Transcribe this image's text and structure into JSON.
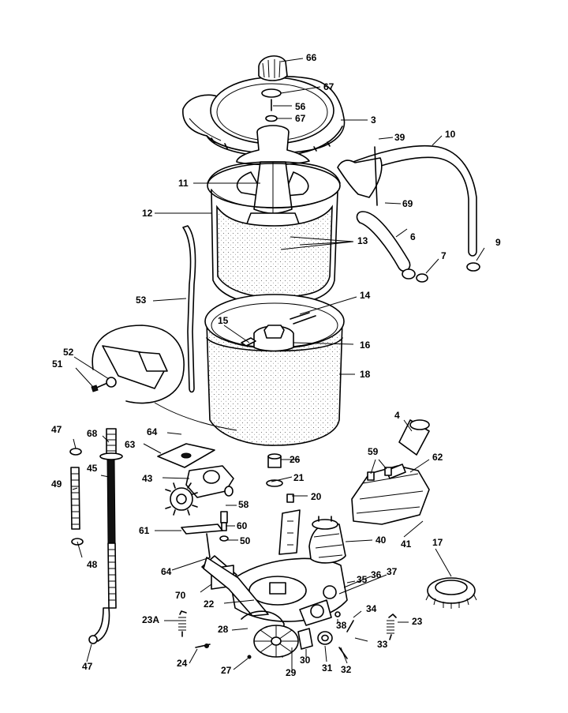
{
  "labels": [
    {
      "key": "p66",
      "text": "66"
    },
    {
      "key": "p67a",
      "text": "67"
    },
    {
      "key": "p56",
      "text": "56"
    },
    {
      "key": "p67b",
      "text": "67"
    },
    {
      "key": "p3",
      "text": "3"
    },
    {
      "key": "p39",
      "text": "39"
    },
    {
      "key": "p10",
      "text": "10"
    },
    {
      "key": "p11",
      "text": "11"
    },
    {
      "key": "p69",
      "text": "69"
    },
    {
      "key": "p12",
      "text": "12"
    },
    {
      "key": "p13",
      "text": "13"
    },
    {
      "key": "p6",
      "text": "6"
    },
    {
      "key": "p9",
      "text": "9"
    },
    {
      "key": "p7",
      "text": "7"
    },
    {
      "key": "p53",
      "text": "53"
    },
    {
      "key": "p14",
      "text": "14"
    },
    {
      "key": "p15",
      "text": "15"
    },
    {
      "key": "p16",
      "text": "16"
    },
    {
      "key": "p52",
      "text": "52"
    },
    {
      "key": "p51",
      "text": "51"
    },
    {
      "key": "p18",
      "text": "18"
    },
    {
      "key": "p4",
      "text": "4"
    },
    {
      "key": "p47a",
      "text": "47"
    },
    {
      "key": "p68",
      "text": "68"
    },
    {
      "key": "p64a",
      "text": "64"
    },
    {
      "key": "p63",
      "text": "63"
    },
    {
      "key": "p26",
      "text": "26"
    },
    {
      "key": "p59",
      "text": "59"
    },
    {
      "key": "p62",
      "text": "62"
    },
    {
      "key": "p21",
      "text": "21"
    },
    {
      "key": "p49",
      "text": "49"
    },
    {
      "key": "p45",
      "text": "45"
    },
    {
      "key": "p43",
      "text": "43"
    },
    {
      "key": "p20",
      "text": "20"
    },
    {
      "key": "p58",
      "text": "58"
    },
    {
      "key": "p17",
      "text": "17"
    },
    {
      "key": "p61",
      "text": "61"
    },
    {
      "key": "p60",
      "text": "60"
    },
    {
      "key": "p50",
      "text": "50"
    },
    {
      "key": "p40",
      "text": "40"
    },
    {
      "key": "p41",
      "text": "41"
    },
    {
      "key": "p48",
      "text": "48"
    },
    {
      "key": "p64b",
      "text": "64"
    },
    {
      "key": "p35",
      "text": "35"
    },
    {
      "key": "p36",
      "text": "36"
    },
    {
      "key": "p37",
      "text": "37"
    },
    {
      "key": "p70",
      "text": "70"
    },
    {
      "key": "p22",
      "text": "22"
    },
    {
      "key": "p34",
      "text": "34"
    },
    {
      "key": "p23A",
      "text": "23A"
    },
    {
      "key": "p38",
      "text": "38"
    },
    {
      "key": "p23",
      "text": "23"
    },
    {
      "key": "p28",
      "text": "28"
    },
    {
      "key": "p33",
      "text": "33"
    },
    {
      "key": "p24",
      "text": "24"
    },
    {
      "key": "p30",
      "text": "30"
    },
    {
      "key": "p31",
      "text": "31"
    },
    {
      "key": "p32",
      "text": "32"
    },
    {
      "key": "p27",
      "text": "27"
    },
    {
      "key": "p29",
      "text": "29"
    },
    {
      "key": "p47b",
      "text": "47"
    }
  ]
}
